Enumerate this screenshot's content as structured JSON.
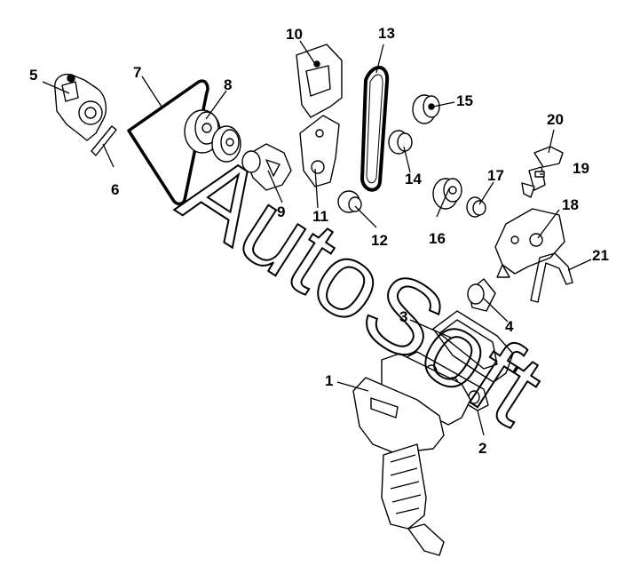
{
  "watermark": "AutoSoft",
  "callouts": [
    {
      "id": "p1",
      "label": "1"
    },
    {
      "id": "p2",
      "label": "2"
    },
    {
      "id": "p3",
      "label": "3"
    },
    {
      "id": "p4",
      "label": "4"
    },
    {
      "id": "p5",
      "label": "5"
    },
    {
      "id": "p6",
      "label": "6"
    },
    {
      "id": "p7",
      "label": "7"
    },
    {
      "id": "p8",
      "label": "8"
    },
    {
      "id": "p9",
      "label": "9"
    },
    {
      "id": "p10",
      "label": "10"
    },
    {
      "id": "p11",
      "label": "11"
    },
    {
      "id": "p12",
      "label": "12"
    },
    {
      "id": "p13",
      "label": "13"
    },
    {
      "id": "p14",
      "label": "14"
    },
    {
      "id": "p15",
      "label": "15"
    },
    {
      "id": "p16",
      "label": "16"
    },
    {
      "id": "p17",
      "label": "17"
    },
    {
      "id": "p18",
      "label": "18"
    },
    {
      "id": "p19",
      "label": "19"
    },
    {
      "id": "p20",
      "label": "20"
    },
    {
      "id": "p21",
      "label": "21"
    }
  ]
}
